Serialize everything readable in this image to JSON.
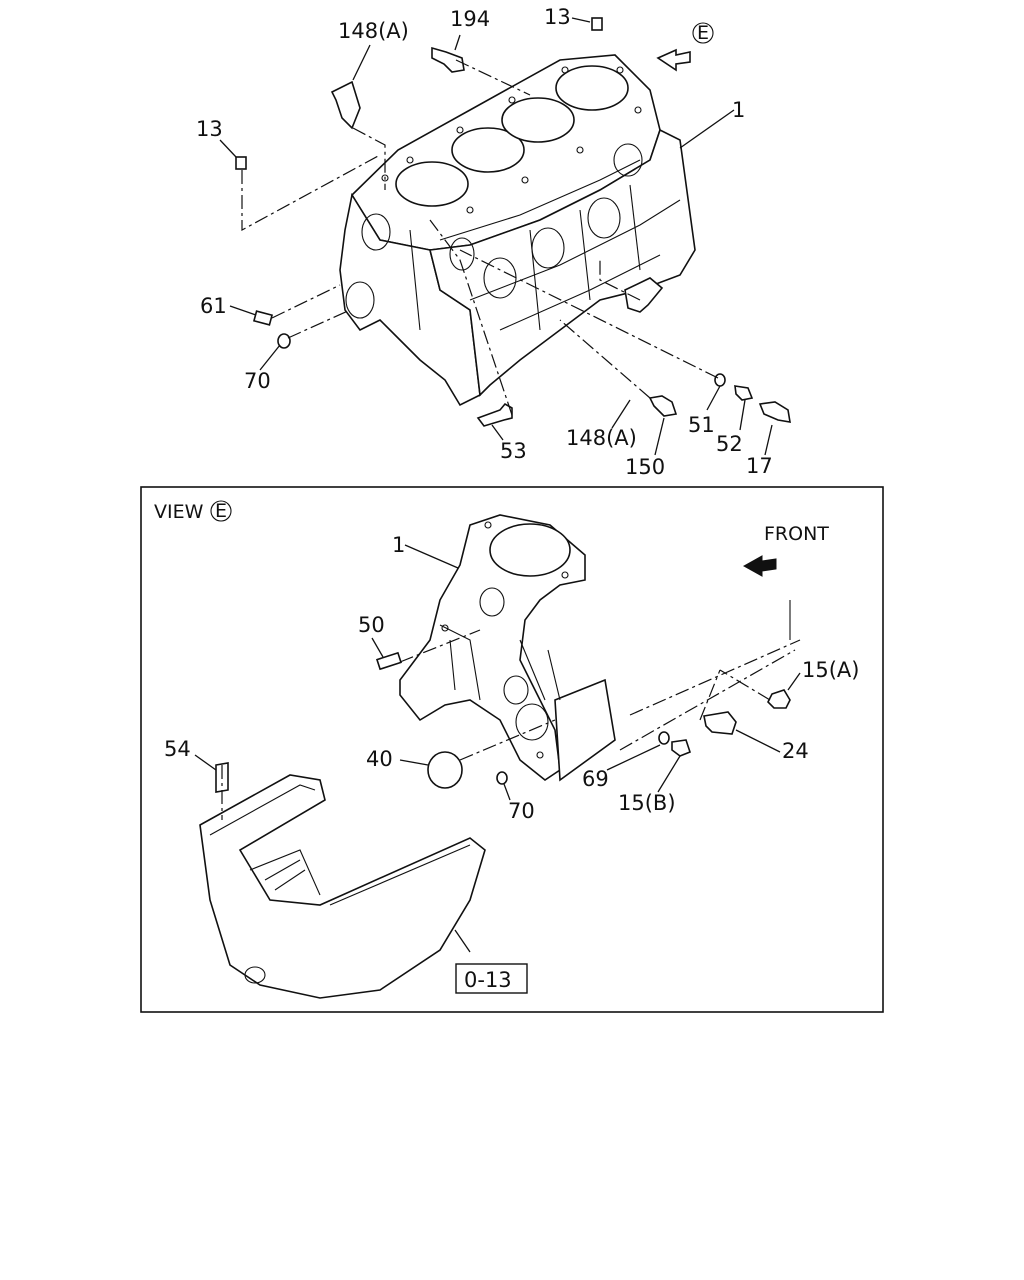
{
  "callouts": {
    "c148a_top": "148(A)",
    "c194": "194",
    "c13_top": "13",
    "c13_left": "13",
    "c1_top": "1",
    "c61": "61",
    "c70_top": "70",
    "c53": "53",
    "c148a_bottom": "148(A)",
    "c150": "150",
    "c51": "51",
    "c52": "52",
    "c17": "17"
  },
  "view": {
    "title": "VIEW",
    "view_letter": "E",
    "front_label": "FRONT",
    "c1": "1",
    "c50": "50",
    "c15a": "15(A)",
    "c24": "24",
    "c40": "40",
    "c69": "69",
    "c15b": "15(B)",
    "c70": "70",
    "c54": "54",
    "ref_box": "0-13"
  },
  "view_marker": "E",
  "colors": {
    "ink": "#111111",
    "paper": "#ffffff"
  }
}
